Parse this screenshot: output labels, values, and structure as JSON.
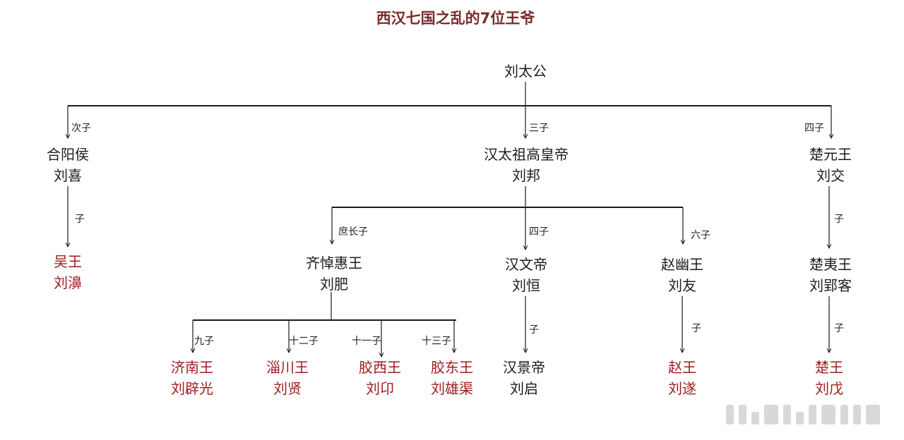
{
  "title": "西汉七国之乱的7位王爷",
  "colors": {
    "line": "#1a1a1a",
    "king": "#9d1c1c",
    "text": "#1c1c1c"
  },
  "nodes": {
    "taigong": {
      "line1": "刘太公"
    },
    "heyanghou": {
      "line1": "合阳侯",
      "line2": "刘喜"
    },
    "gaozu": {
      "line1": "汉太祖高皇帝",
      "line2": "刘邦"
    },
    "chuyuanwang": {
      "line1": "楚元王",
      "line2": "刘交"
    },
    "wuwang": {
      "line1": "吴王",
      "line2": "刘濞"
    },
    "qidaohuiwang": {
      "line1": "齐悼惠王",
      "line2": "刘肥"
    },
    "wendi": {
      "line1": "汉文帝",
      "line2": "刘恒"
    },
    "zhaoyouwang": {
      "line1": "赵幽王",
      "line2": "刘友"
    },
    "chuyiwang": {
      "line1": "楚夷王",
      "line2": "刘郢客"
    },
    "jinanwang": {
      "line1": "济南王",
      "line2": "刘辟光"
    },
    "zichuanwang": {
      "line1": "淄川王",
      "line2": "刘贤"
    },
    "jiaoxiwang": {
      "line1": "胶西王",
      "line2": "刘卬"
    },
    "jiaodongwang": {
      "line1": "胶东王",
      "line2": "刘雄渠"
    },
    "jingdi": {
      "line1": "汉景帝",
      "line2": "刘启"
    },
    "zhaowang": {
      "line1": "赵王",
      "line2": "刘遂"
    },
    "chuwang": {
      "line1": "楚王",
      "line2": "刘戊"
    }
  },
  "edge_labels": {
    "second_son": "次子",
    "third_son": "三子",
    "fourth_son_chu": "四子",
    "son_wu": "子",
    "eldest_concubine_son": "庶长子",
    "fourth_son_wendi": "四子",
    "sixth_son": "六子",
    "son_chu": "子",
    "ninth_son": "九子",
    "twelfth_son": "十二子",
    "eleventh_son": "十一子",
    "thirteenth_son": "十三子",
    "son_jingdi": "子",
    "son_zhao": "子",
    "son_chuwang": "子"
  }
}
